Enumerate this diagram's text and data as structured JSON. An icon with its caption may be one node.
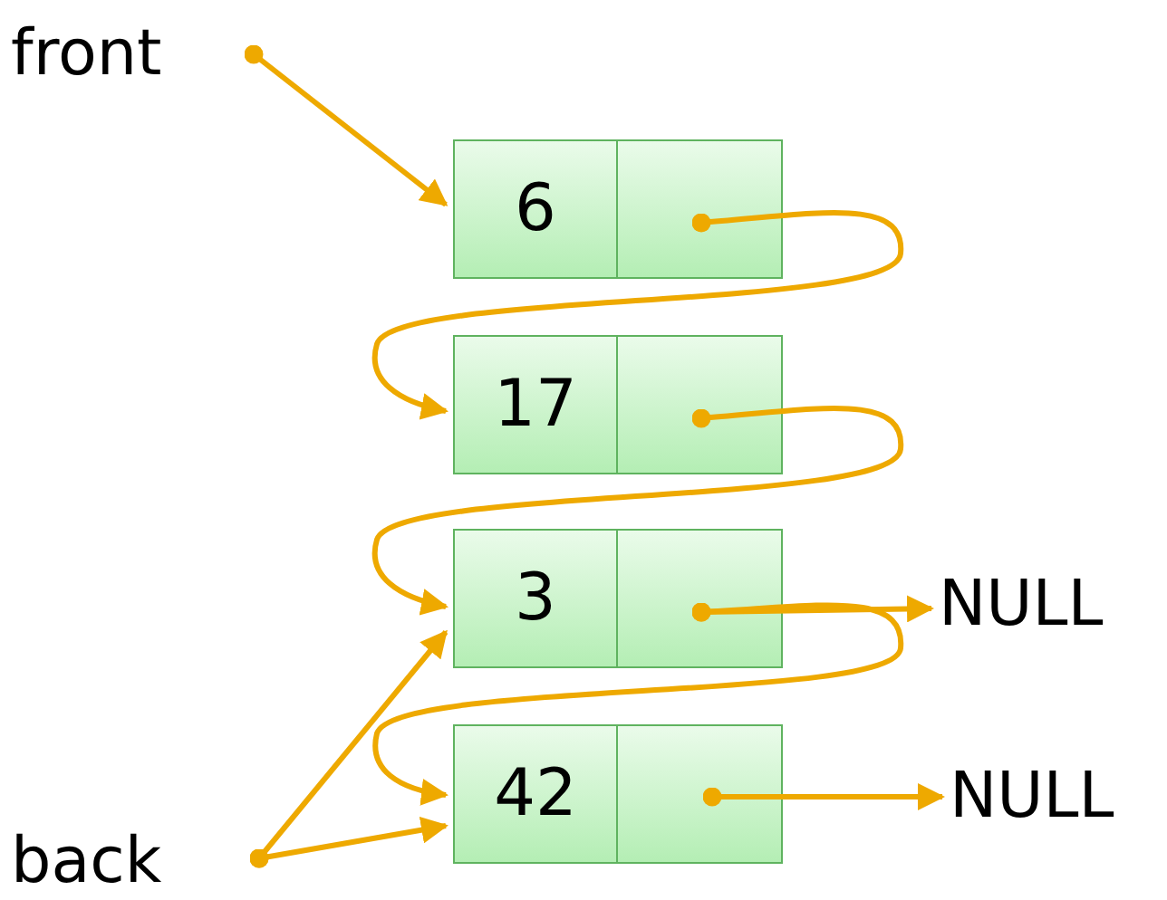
{
  "diagram": {
    "nodes": [
      {
        "text": [
          "front"
        ]
      },
      {
        "text": [
          "6"
        ]
      },
      {
        "text": [],
        "shape": "box"
      },
      {
        "text": [
          "17"
        ]
      },
      {
        "text": [],
        "shape": "box"
      },
      {
        "text": [
          "3"
        ]
      },
      {
        "text": [],
        "shape": "box"
      },
      {
        "text": [
          "NULL"
        ]
      },
      {
        "text": [
          "42"
        ]
      },
      {
        "text": [],
        "shape": "box"
      },
      {
        "text": [
          "NULL"
        ]
      },
      {
        "text": [
          "back"
        ]
      }
    ],
    "edges": [
      {
        "from": 0,
        "to": 1,
        "arrow": "to"
      },
      {
        "from": 2,
        "to": 3,
        "arrow": "to"
      },
      {
        "from": 4,
        "to": 5,
        "arrow": "to"
      },
      {
        "from": 6,
        "to": 7,
        "arrow": "to"
      },
      {
        "from": 6,
        "to": 8,
        "arrow": "to"
      },
      {
        "from": 9,
        "to": 10,
        "arrow": "to"
      },
      {
        "from": 11,
        "to": 5,
        "arrow": "to"
      },
      {
        "from": 11,
        "to": 8,
        "arrow": "to"
      }
    ]
  }
}
